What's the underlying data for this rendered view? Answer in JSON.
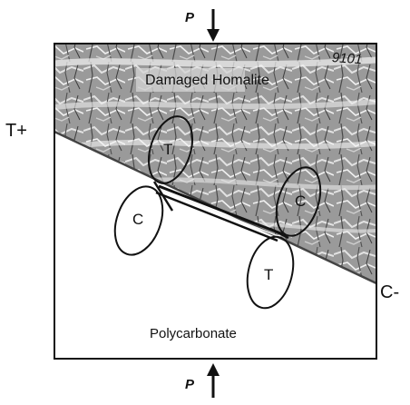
{
  "figure": {
    "load_top": "P",
    "load_bottom": "P",
    "specimen_id": "9101",
    "upper_material": "Damaged Homalite",
    "lower_material": "Polycarbonate",
    "left_edge_label": "T+",
    "right_edge_label": "C-",
    "markers": [
      {
        "id": "upper-left",
        "label": "T"
      },
      {
        "id": "left",
        "label": "C"
      },
      {
        "id": "upper-right",
        "label": "C"
      },
      {
        "id": "lower-right",
        "label": "T"
      }
    ]
  },
  "colors": {
    "outline": "#111111",
    "damaged_region_base": "#8a8a8a",
    "damaged_region_light": "#d6d6d6",
    "crack_lines": "#3a3a3a",
    "background": "#ffffff"
  }
}
